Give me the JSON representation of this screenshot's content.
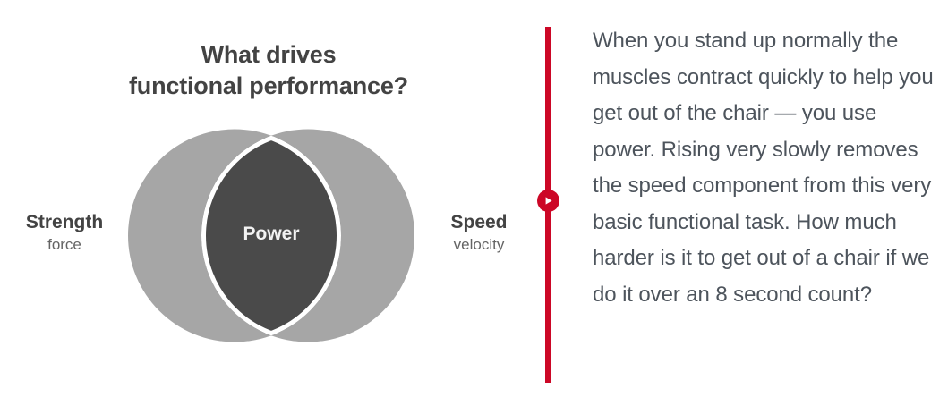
{
  "colors": {
    "background": "#ffffff",
    "circle_fill": "#a6a6a6",
    "intersection_fill": "#4a4a4a",
    "intersection_stroke": "#ffffff",
    "title_text": "#434343",
    "label_sub_text": "#646464",
    "accent_red": "#cc0726",
    "body_text": "#4d545c",
    "center_label_text": "#f2f2f2"
  },
  "diagram": {
    "title_line_1": "What drives",
    "title_line_2": "functional performance?",
    "venn": {
      "left_circle": {
        "label": "Strength",
        "sublabel": "force"
      },
      "right_circle": {
        "label": "Speed",
        "sublabel": "velocity"
      },
      "intersection": {
        "label": "Power"
      }
    }
  },
  "callout": {
    "marker_icon": "play-circle-icon",
    "body": "When you stand up normally the muscles contract quickly to help you get out of the chair — you use power. Rising very slowly removes the speed component from this very basic functional task. How much harder is it to get out of a chair if we do it over an 8 second count?"
  }
}
